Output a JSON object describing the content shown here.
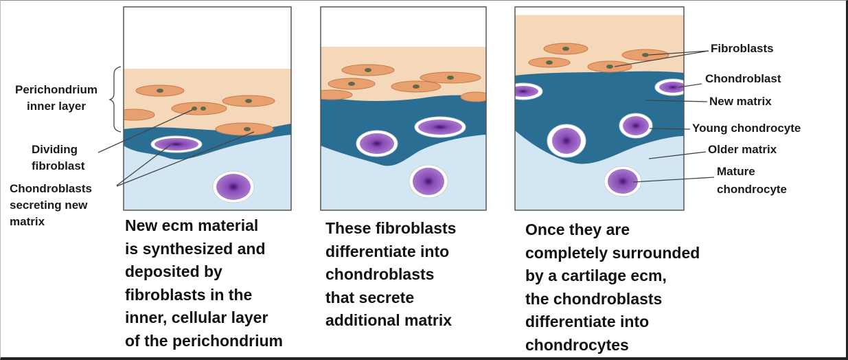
{
  "colors": {
    "sky": "#ffffff",
    "perichondrium": "#f5d7ba",
    "fibroblast": "#e9a06f",
    "new_matrix": "#2a6f93",
    "old_matrix": "#d3e6f3",
    "cell": "#7e3fa8",
    "panel_border": "#555555"
  },
  "left_labels": {
    "perichondrium_line1": "Perichondrium",
    "perichondrium_line2": "inner layer",
    "dividing_line1": "Dividing",
    "dividing_line2": "fibroblast",
    "chondroblasts_line1": "Chondroblasts",
    "chondroblasts_line2": "secreting new",
    "chondroblasts_line3": "matrix"
  },
  "right_labels": {
    "fibroblasts": "Fibroblasts",
    "chondroblast": "Chondroblast",
    "new_matrix": "New matrix",
    "young_chondrocyte": "Young chondrocyte",
    "older_matrix": "Older matrix",
    "mature_line1": "Mature",
    "mature_line2": "chondrocyte"
  },
  "captions": {
    "panel1": [
      "New ecm material",
      "is synthesized and",
      "deposited by",
      "fibroblasts in the",
      "inner, cellular layer",
      "of the perichondrium"
    ],
    "panel2": [
      "These fibroblasts",
      "differentiate into",
      "chondroblasts",
      "that secrete",
      "additional matrix"
    ],
    "panel3": [
      "Once they are",
      "completely surrounded",
      "by a cartilage ecm,",
      "the chondroblasts",
      "differentiate into",
      "chondrocytes"
    ]
  }
}
